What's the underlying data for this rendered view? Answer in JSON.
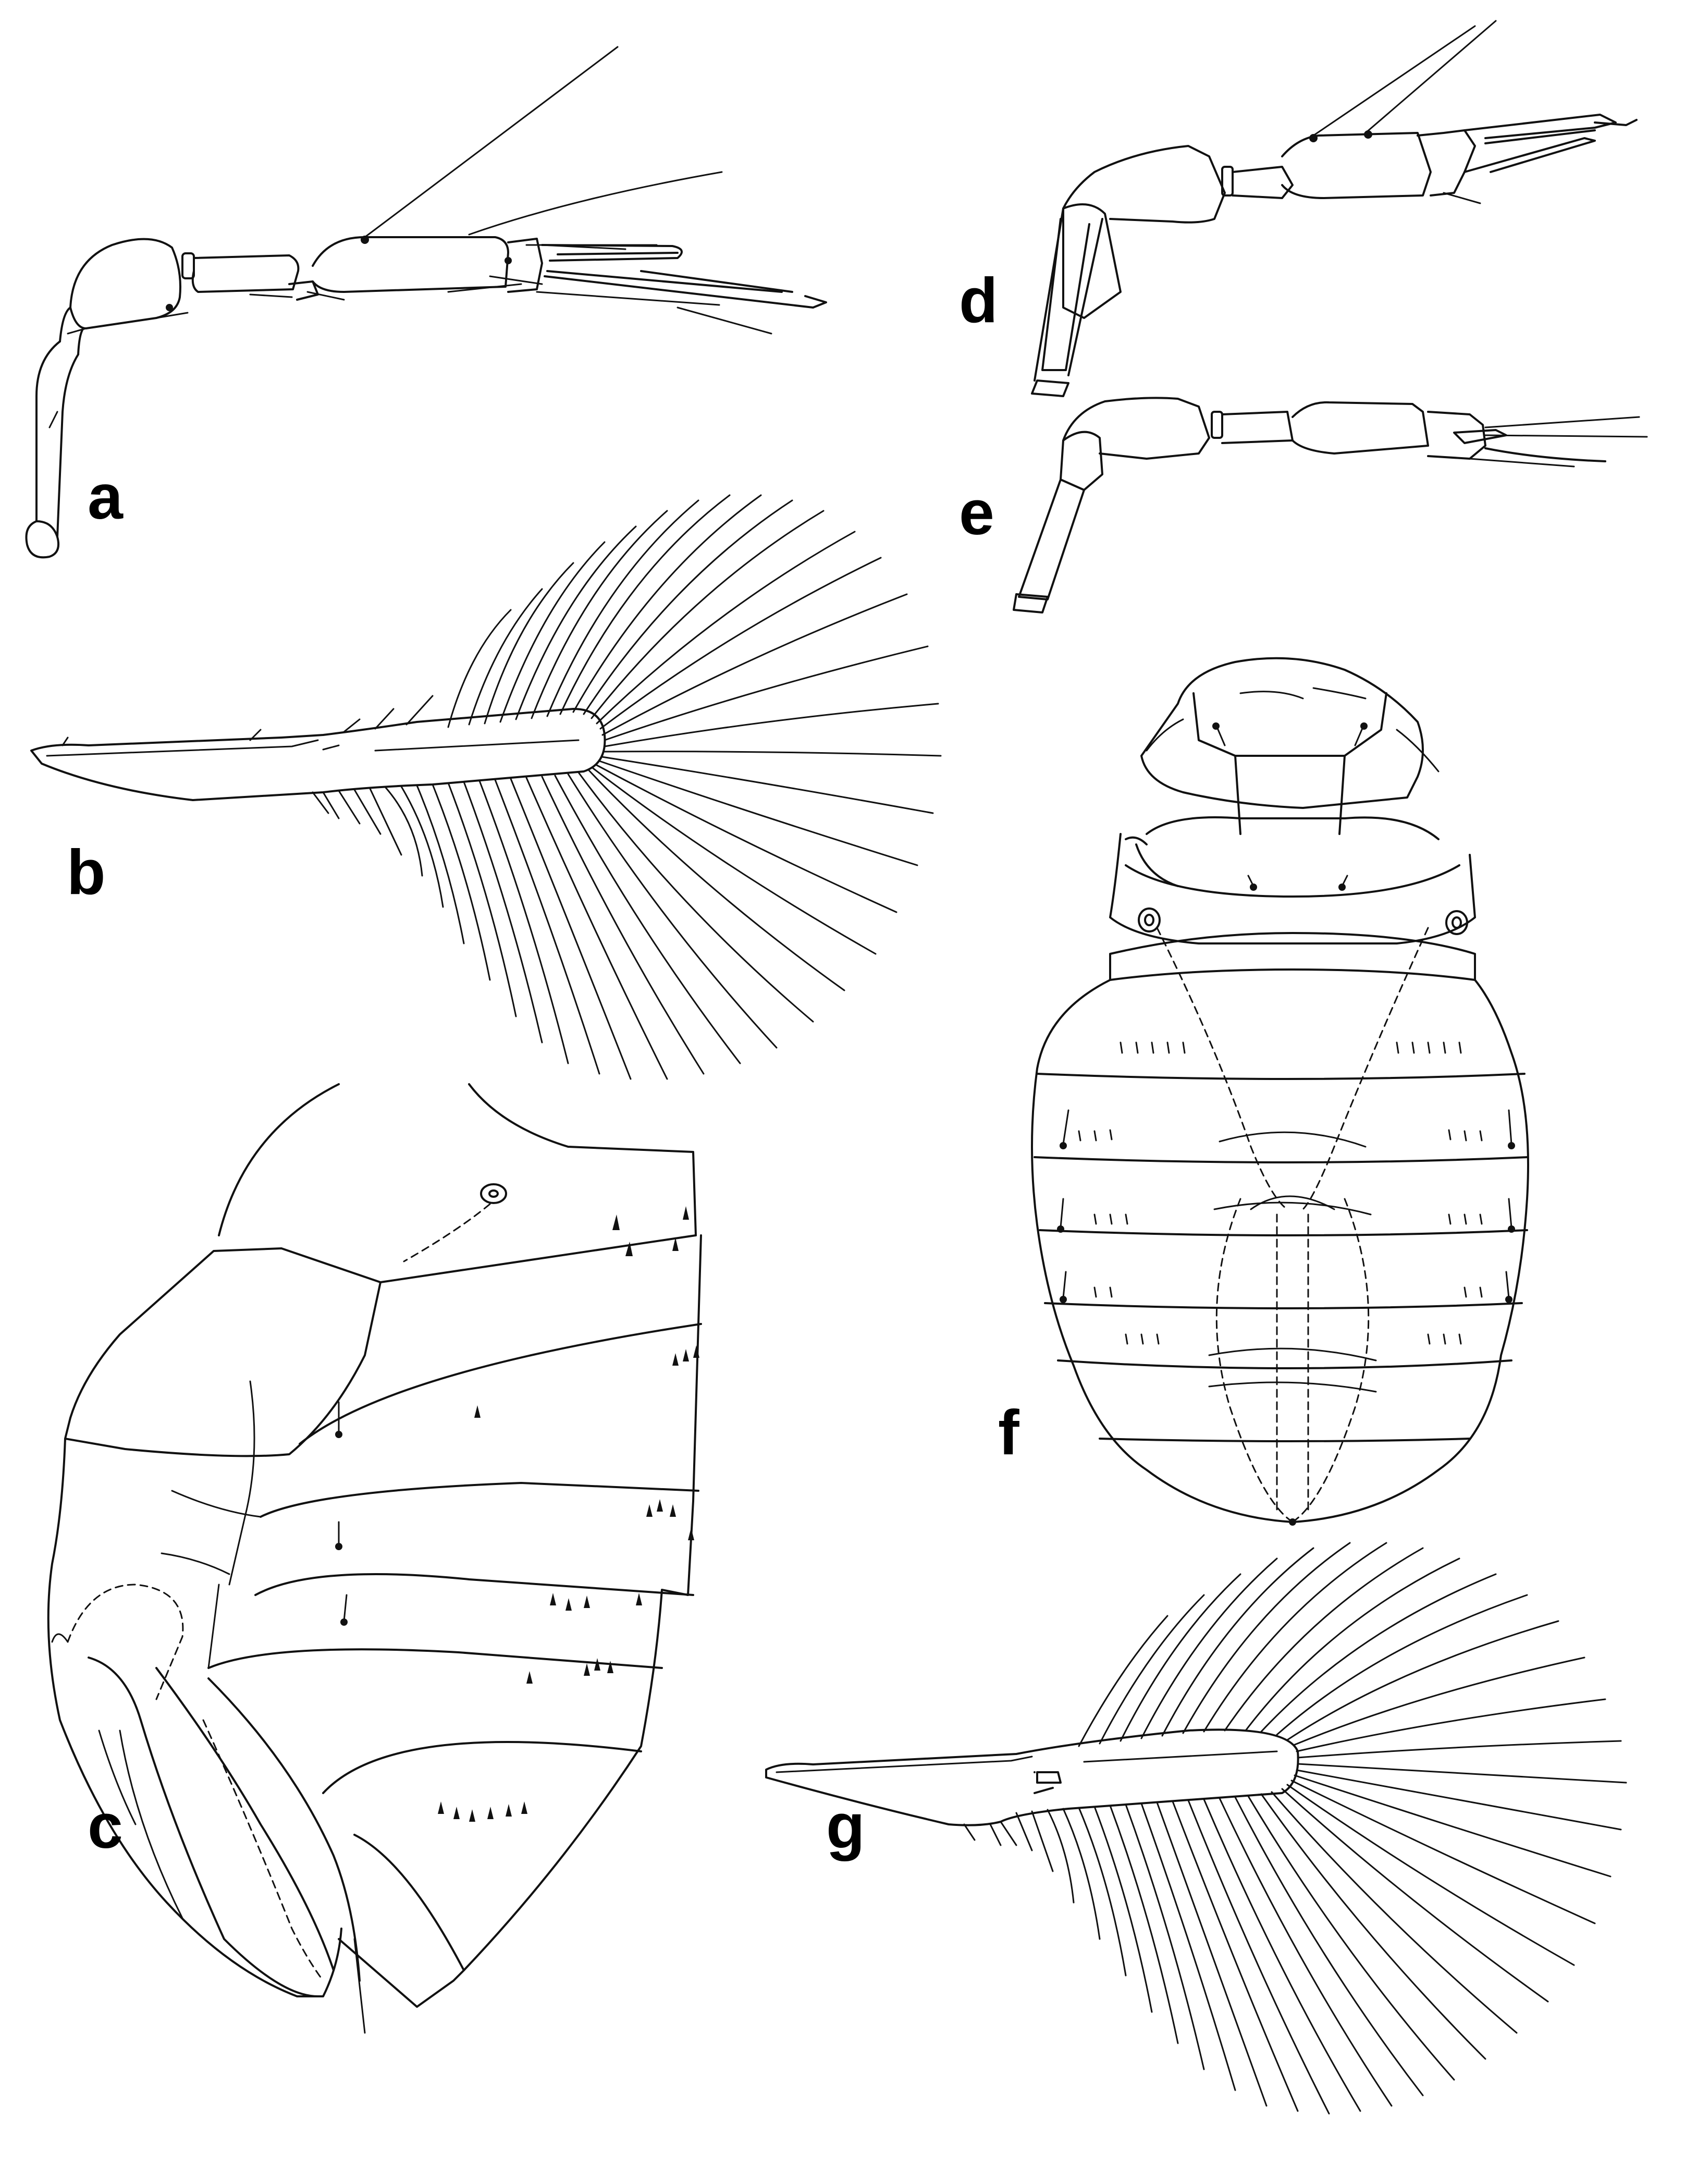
{
  "figure": {
    "panels": [
      {
        "id": "a",
        "label": "a"
      },
      {
        "id": "b",
        "label": "b"
      },
      {
        "id": "c",
        "label": "c"
      },
      {
        "id": "d",
        "label": "d"
      },
      {
        "id": "e",
        "label": "e"
      },
      {
        "id": "f",
        "label": "f"
      },
      {
        "id": "g",
        "label": "g"
      }
    ],
    "colors": {
      "ink": "#111111",
      "background": "#ffffff"
    }
  }
}
